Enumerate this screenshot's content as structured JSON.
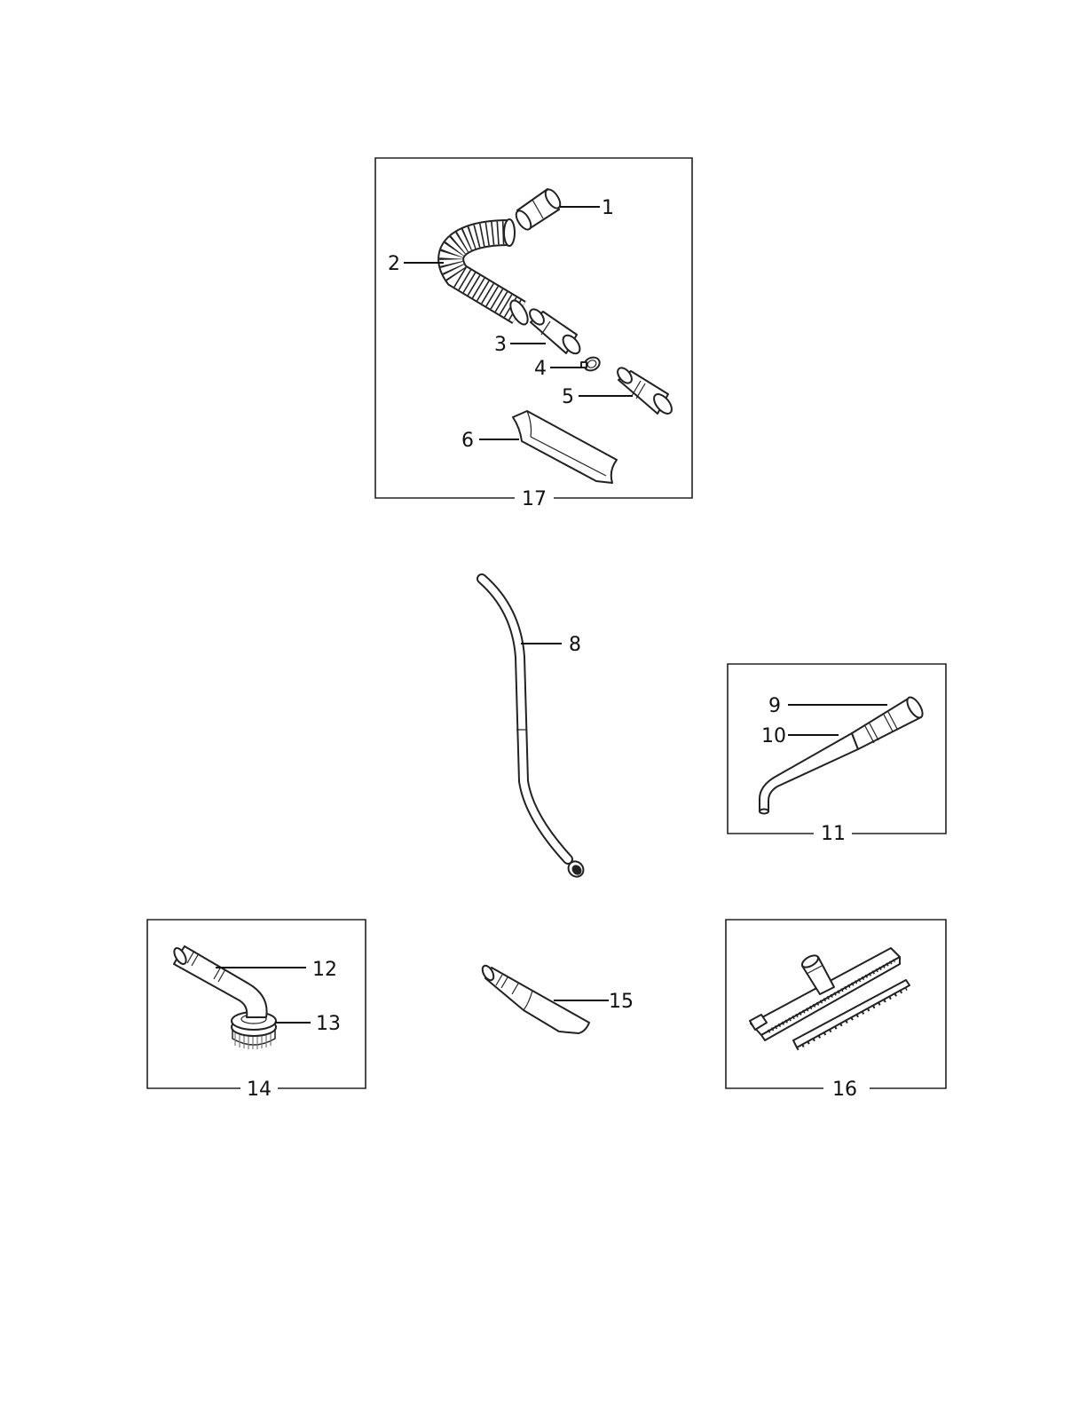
{
  "labels": {
    "p1": "1",
    "p2": "2",
    "p3": "3",
    "p4": "4",
    "p5": "5",
    "p6": "6",
    "p8": "8",
    "p9": "9",
    "p10": "10",
    "p11": "11",
    "p12": "12",
    "p13": "13",
    "p14": "14",
    "p15": "15",
    "p16": "16",
    "p17": "17"
  },
  "icons": {
    "part-1": "hose-cuff-icon",
    "part-2": "flexible-hose-icon",
    "part-3": "hose-cuff-icon",
    "part-4": "hose-clamp-icon",
    "part-5": "hose-cuff-icon",
    "part-6": "hose-holder-icon",
    "part-8": "extension-wand-icon",
    "part-9": "nozzle-cuff-icon",
    "part-10": "bent-nozzle-icon",
    "part-12": "brush-neck-icon",
    "part-13": "round-brush-icon",
    "part-15": "crevice-tool-icon",
    "part-16": "floor-squeegee-icon"
  },
  "colors": {
    "line": "#111111",
    "background": "#ffffff"
  }
}
